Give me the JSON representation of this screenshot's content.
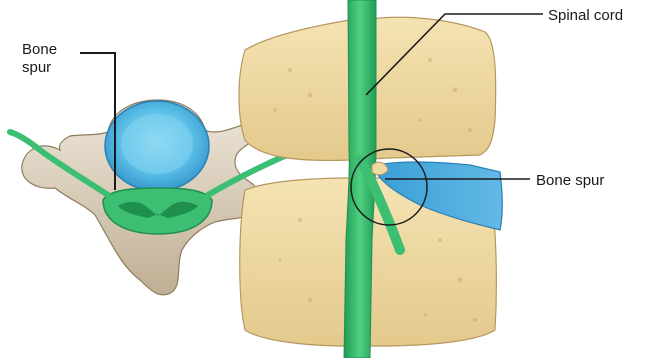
{
  "labels": {
    "bone_spur_left_line1": "Bone",
    "bone_spur_left_line2": "spur",
    "spinal_cord": "Spinal cord",
    "bone_spur_right": "Bone spur"
  },
  "colors": {
    "bone": "#efd9a0",
    "bone_dark": "#c9ae73",
    "disc": "#6cc8ea",
    "disc_dark": "#3d9fd0",
    "cord": "#2fb86a",
    "cord_dark": "#1f8f4f",
    "vertebra_gray": "#d9cfc0"
  }
}
